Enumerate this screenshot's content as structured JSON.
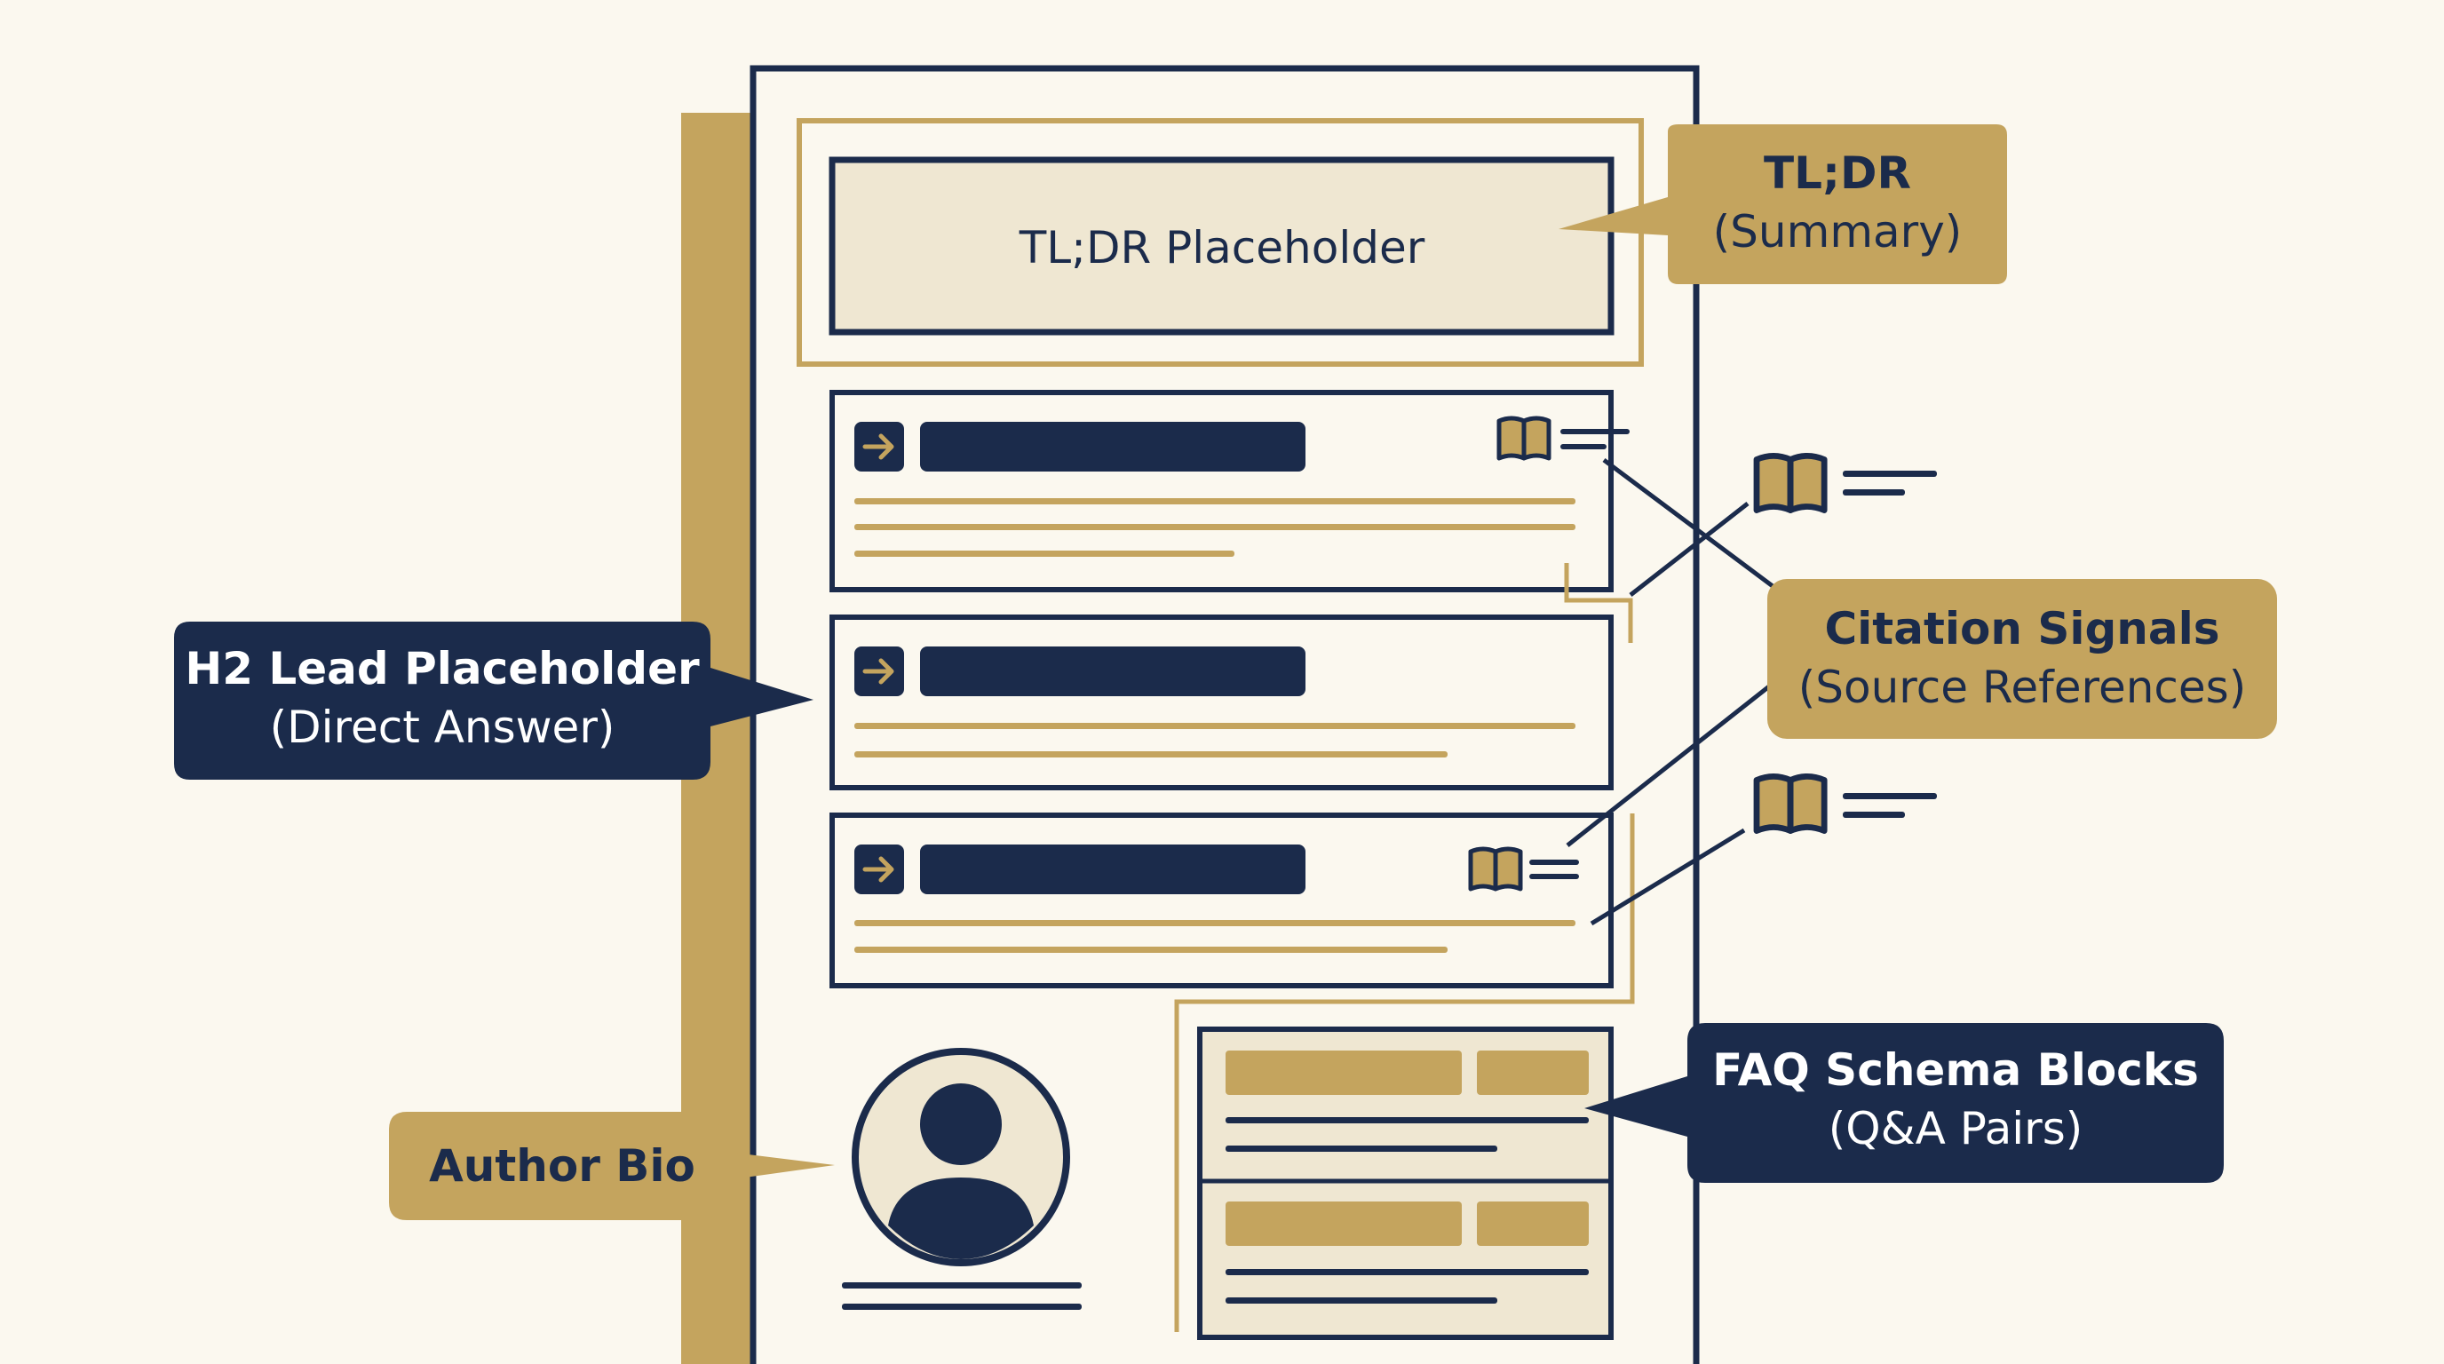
{
  "colors": {
    "background": "#fbf8ef",
    "navy": "#1b2b4b",
    "gold": "#c4a45e",
    "cream": "#efe7d2"
  },
  "tldr": {
    "placeholder": "TL;DR Placeholder"
  },
  "callouts": {
    "tldr_title": "TL;DR",
    "tldr_sub": "(Summary)",
    "h2_title": "H2 Lead Placeholder",
    "h2_sub": "(Direct Answer)",
    "citation_title": "Citation Signals",
    "citation_sub": "(Source References)",
    "faq_title": "FAQ Schema Blocks",
    "faq_sub": "(Q&A Pairs)",
    "author": "Author Bio"
  },
  "icons": {
    "section_arrow": "arrow-right-icon",
    "citation": "open-book-icon",
    "author": "person-avatar-icon"
  }
}
